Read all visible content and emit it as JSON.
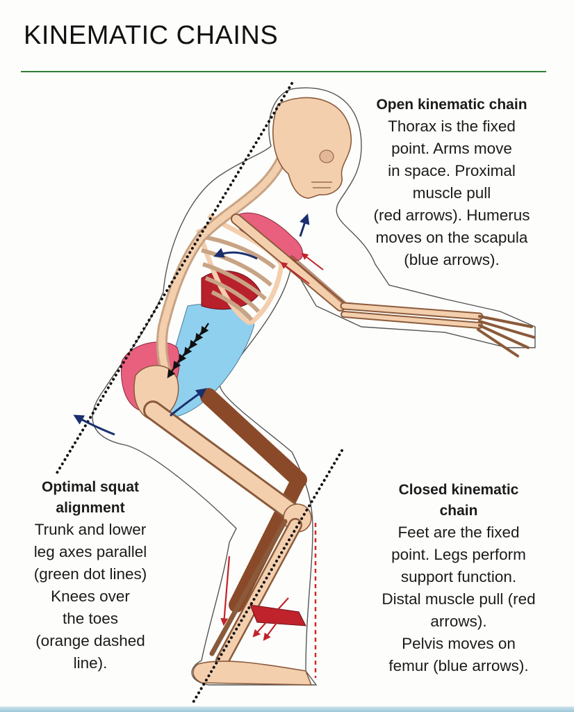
{
  "page": {
    "title": "KINEMATIC CHAINS"
  },
  "labels": {
    "open_chain": {
      "heading": "Open kinematic chain",
      "lines": [
        "Thorax is the fixed",
        "point. Arms move",
        "in space. Proximal",
        "muscle pull",
        "(red arrows). Humerus",
        "moves on the scapula",
        "(blue arrows)."
      ]
    },
    "squat_alignment": {
      "heading_lines": [
        "Optimal squat",
        "alignment"
      ],
      "lines": [
        "Trunk and lower",
        "leg axes parallel",
        "(green dot lines)",
        "Knees over",
        "the toes",
        "(orange dashed",
        "line)."
      ]
    },
    "closed_chain": {
      "heading_lines": [
        "Closed kinematic",
        "chain"
      ],
      "lines": [
        "Feet are the fixed",
        "point. Legs perform",
        "support function.",
        "Distal muscle pull (red",
        "arrows).",
        "Pelvis moves on",
        "femur (blue arrows)."
      ]
    }
  },
  "colors": {
    "rule_green": "#2f7d32",
    "bone": "#f3cfae",
    "bone_outline": "#8a5a3a",
    "muscle_pink": "#e8607e",
    "muscle_red": "#b8202c",
    "muscle_blue": "#8fd0ee",
    "leg_brown": "#8a4a2a",
    "arrow_blue": "#1a2f6e",
    "arrow_red": "#c0232b",
    "dashed_red": "#d42828"
  }
}
